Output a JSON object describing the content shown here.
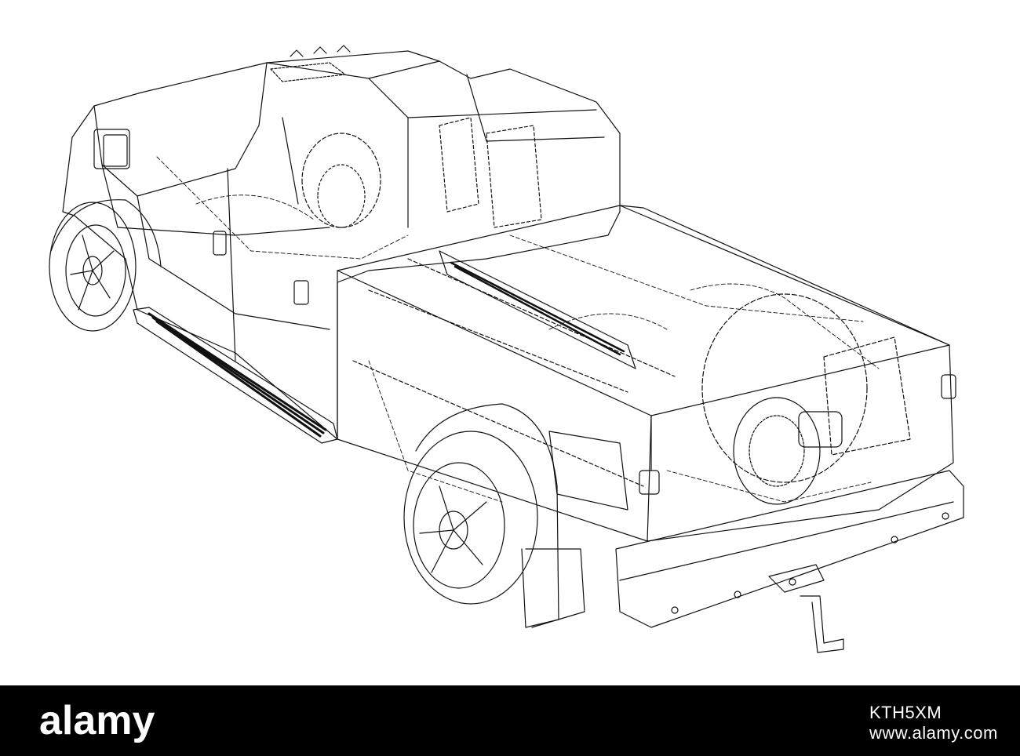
{
  "watermark": {
    "brand": "alamy",
    "image_id": "KTH5XM",
    "url": "www.alamy.com"
  },
  "colors": {
    "background": "#ffffff",
    "lines": "#111111",
    "footer": "#000000",
    "footer_text": "#ffffff"
  },
  "figure": {
    "subject": "pickup-truck-wireframe"
  }
}
